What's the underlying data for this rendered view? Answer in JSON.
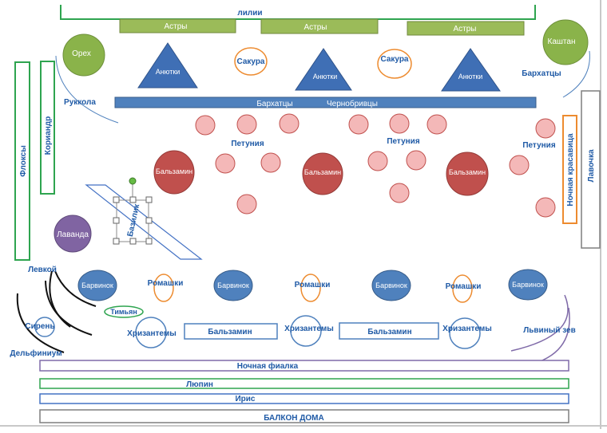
{
  "colors": {
    "text_blue": "#1f5aa6",
    "header_green": "#9bbb59",
    "circle_green": "#8ab34a",
    "bar_blue": "#4f81bd",
    "triangle_blue": "#3f6fb5",
    "frame_green": "#2ea44f",
    "frame_blue": "#4472c4",
    "orange": "#ed8b2f",
    "balsam_red": "#c0504d",
    "petunia_pink": "#f4b8b8",
    "lavender_purple": "#8064a2",
    "frame_gray": "#7f7f7f",
    "purple_line": "#7f6aa8",
    "selection": "#66bb44"
  },
  "labels": {
    "lilii": "лилии",
    "astry": "Астры",
    "orekh": "Орех",
    "kashtan": "Каштан",
    "anyutki": "Анютки",
    "sakura": "Сакура",
    "barkhattsy": "Бархатцы",
    "chernobrivtsy": "Чернобривцы",
    "rukkola": "Руккола",
    "floksy": "Флоксы",
    "koriandr": "Кориандр",
    "petuniya": "Петуния",
    "balzamin": "Бальзамин",
    "nochnaya_krasavitsa": "Ночная красавица",
    "lavochka": "Лавочка",
    "lavanda": "Лаванда",
    "bazilik": "Базилик",
    "levkoy": "Левкой",
    "barvinok": "Барвинок",
    "romashki": "Ромашки",
    "timyan": "Тимьян",
    "siren": "Сирень",
    "delfinium": "Дельфиниум",
    "khrizantemy": "Хризантемы",
    "lvinyy_zev": "Львиный зев",
    "nochnaya_fialka": "Ночная фиалка",
    "lyupin": "Люпин",
    "iris": "Ирис",
    "balkon_doma": "БАЛКОН ДОМА"
  }
}
